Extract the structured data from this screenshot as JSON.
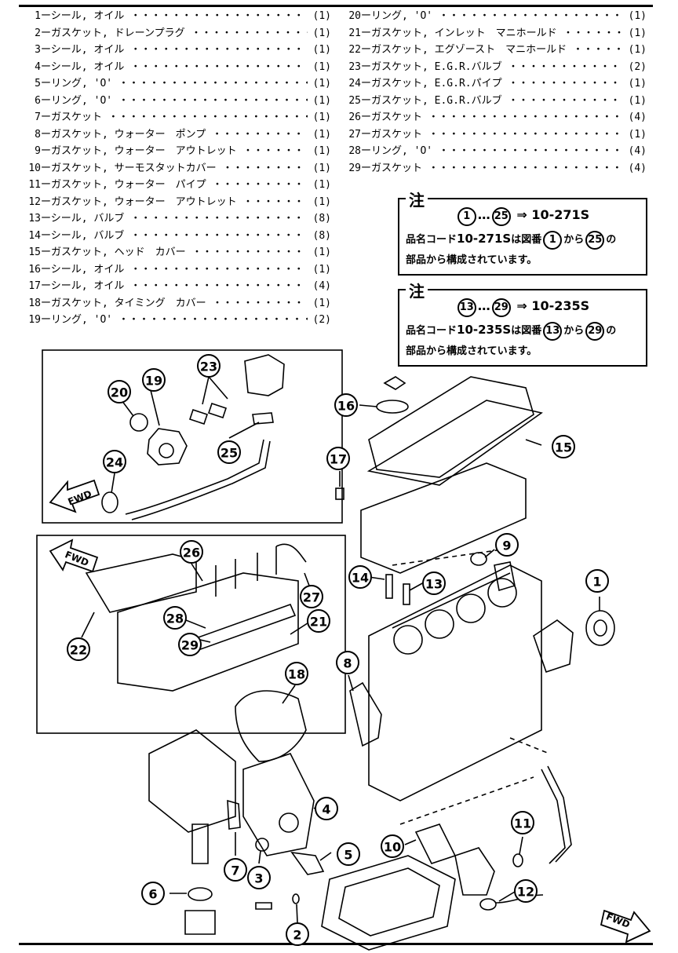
{
  "parts_left": [
    {
      "no": "1",
      "name": "ーシール, オイル",
      "qty": "(1)"
    },
    {
      "no": "2",
      "name": "ーガスケット, ドレーンプラグ",
      "qty": "(1)"
    },
    {
      "no": "3",
      "name": "ーシール, オイル",
      "qty": "(1)"
    },
    {
      "no": "4",
      "name": "ーシール, オイル",
      "qty": "(1)"
    },
    {
      "no": "5",
      "name": "ーリング, 'O'",
      "qty": "(1)"
    },
    {
      "no": "6",
      "name": "ーリング, 'O'",
      "qty": "(1)"
    },
    {
      "no": "7",
      "name": "ーガスケット",
      "qty": "(1)"
    },
    {
      "no": "8",
      "name": "ーガスケット, ウォーター　ポンプ",
      "qty": "(1)"
    },
    {
      "no": "9",
      "name": "ーガスケット, ウォーター　アウトレット",
      "qty": "(1)"
    },
    {
      "no": "10",
      "name": "ーガスケット, サーモスタットカバー",
      "qty": "(1)"
    },
    {
      "no": "11",
      "name": "ーガスケット, ウォーター　パイプ",
      "qty": "(1)"
    },
    {
      "no": "12",
      "name": "ーガスケット, ウォーター　アウトレット",
      "qty": "(1)"
    },
    {
      "no": "13",
      "name": "ーシール, バルブ",
      "qty": "(8)"
    },
    {
      "no": "14",
      "name": "ーシール, バルブ",
      "qty": "(8)"
    },
    {
      "no": "15",
      "name": "ーガスケット, ヘッド　カバー",
      "qty": "(1)"
    },
    {
      "no": "16",
      "name": "ーシール, オイル",
      "qty": "(1)"
    },
    {
      "no": "17",
      "name": "ーシール, オイル",
      "qty": "(4)"
    },
    {
      "no": "18",
      "name": "ーガスケット, タイミング　カバー",
      "qty": "(1)"
    },
    {
      "no": "19",
      "name": "ーリング, 'O'",
      "qty": "(2)"
    }
  ],
  "parts_right": [
    {
      "no": "20",
      "name": "ーリング, 'O'",
      "qty": "(1)"
    },
    {
      "no": "21",
      "name": "ーガスケット, インレット　マニホールド",
      "qty": "(1)"
    },
    {
      "no": "22",
      "name": "ーガスケット, エグゾースト　マニホールド",
      "qty": "(1)"
    },
    {
      "no": "23",
      "name": "ーガスケット, E.G.R.バルブ",
      "qty": "(2)"
    },
    {
      "no": "24",
      "name": "ーガスケット, E.G.R.パイプ",
      "qty": "(1)"
    },
    {
      "no": "25",
      "name": "ーガスケット, E.G.R.バルブ",
      "qty": "(1)"
    },
    {
      "no": "26",
      "name": "ーガスケット",
      "qty": "(4)"
    },
    {
      "no": "27",
      "name": "ーガスケット",
      "qty": "(1)"
    },
    {
      "no": "28",
      "name": "ーリング, 'O'",
      "qty": "(4)"
    },
    {
      "no": "29",
      "name": "ーガスケット",
      "qty": "(4)"
    }
  ],
  "notes": [
    {
      "tag": "注",
      "from": "1",
      "to": "25",
      "code": "10-271S",
      "text_pre": "品名コード",
      "text_mid1": "は図番",
      "text_mid2": "から",
      "text_post": "の",
      "text_line2": "部品から構成されています。",
      "arrow": "⇒",
      "dots": "…"
    },
    {
      "tag": "注",
      "from": "13",
      "to": "29",
      "code": "10-235S",
      "text_pre": "品名コード",
      "text_mid1": "は図番",
      "text_mid2": "から",
      "text_post": "の",
      "text_line2": "部品から構成されています。",
      "arrow": "⇒",
      "dots": "…"
    }
  ],
  "fwd_label": "FWD",
  "callouts": [
    "1",
    "2",
    "3",
    "4",
    "5",
    "6",
    "7",
    "8",
    "9",
    "10",
    "11",
    "12",
    "13",
    "14",
    "15",
    "16",
    "17",
    "18",
    "19",
    "20",
    "21",
    "22",
    "23",
    "24",
    "25",
    "26",
    "27",
    "28",
    "29"
  ]
}
